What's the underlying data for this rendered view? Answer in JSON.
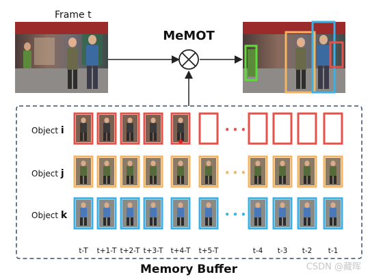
{
  "frame_label": "Frame t",
  "method_label": "MeMOT",
  "buffer_label": "Memory Buffer",
  "watermark": "CSDN @藏晖",
  "ellipsis": "• • •",
  "objects": [
    {
      "prefix": "Object",
      "letter": "i",
      "color": "#e8504a"
    },
    {
      "prefix": "Object",
      "letter": "j",
      "color": "#f5b461"
    },
    {
      "prefix": "Object",
      "letter": "k",
      "color": "#3ab0e6"
    }
  ],
  "time_labels": [
    "t-T",
    "t+1-T",
    "t+2-T",
    "t+3-T",
    "t+4-T",
    "t+5-T",
    "t-4",
    "t-3",
    "t-2",
    "t-1"
  ],
  "colors": {
    "detection_green": "#5ddc3a",
    "object_i": "#e8504a",
    "object_j": "#f5b461",
    "object_k": "#3ab0e6",
    "dashed_border": "#3a4f63"
  }
}
